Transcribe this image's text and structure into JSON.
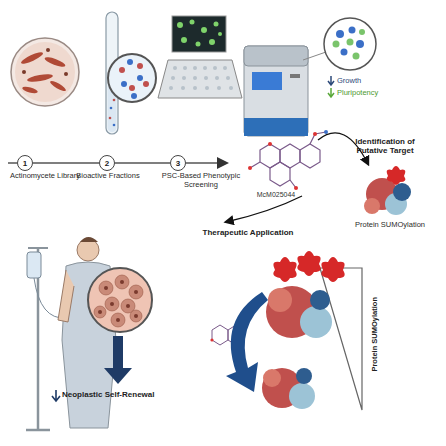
{
  "diagram": {
    "nodes": [
      {
        "text": [
          "1"
        ]
      },
      {
        "text": [
          "2"
        ]
      },
      {
        "text": [
          "3"
        ]
      }
    ],
    "edges": [
      {
        "from": 0,
        "to": 1,
        "arrow": "none"
      },
      {
        "from": 1,
        "to": 2,
        "arrow": "none"
      }
    ],
    "labels": [
      "Actinomycete Library",
      "Bioactive Fractions",
      "PSC-Based Phenotypic Screening",
      "Growth",
      "Pluripotency",
      "Identification of Putative Target",
      "McM025044",
      "Protein SUMOylation",
      "Therapeutic Application",
      "Protein SUMOylation",
      "Neoplastic Self-Renewal"
    ]
  }
}
